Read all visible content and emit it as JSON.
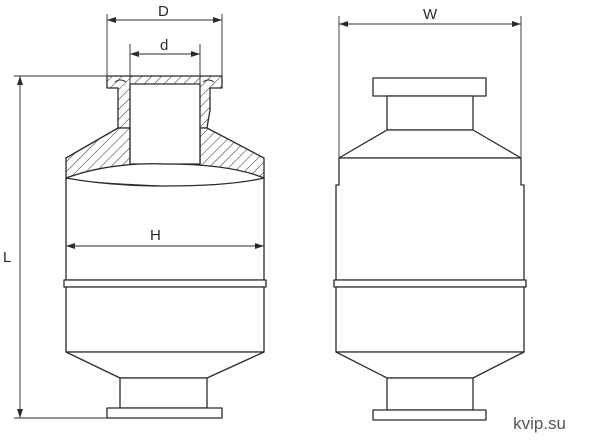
{
  "labels": {
    "D": "D",
    "d": "d",
    "H": "H",
    "L": "L",
    "W": "W"
  },
  "watermark": "kvip.su",
  "colors": {
    "line": "#2b2b2b",
    "background": "#ffffff",
    "watermark": "#555555"
  }
}
